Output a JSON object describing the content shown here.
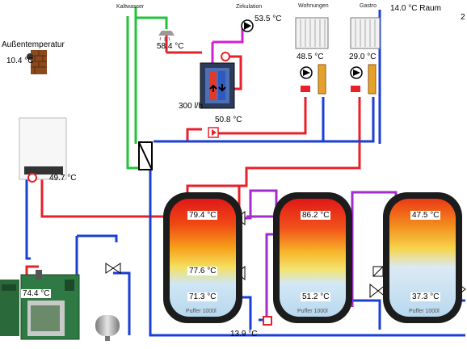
{
  "header": {
    "kaltwasser_label": "Kaltwasser",
    "zirkulation_label": "Zirkulation",
    "wohnungen_label": "Wohnungen",
    "gastro_label": "Gastro",
    "room_temp": "14.0 °C Raum",
    "edge_char": "2"
  },
  "outdoor": {
    "label": "Außentemperatur",
    "temp": "10.4 °C"
  },
  "hotwater": {
    "circ_temp": "53.5 °C",
    "shower_temp": "58.4 °C",
    "flow_label": "300 l/h",
    "return_temp": "50.8 °C"
  },
  "circuits": {
    "wohnungen_temp": "48.5 °C",
    "gastro_temp": "29.0 °C"
  },
  "boiler_wall": {
    "temp": "49.7 °C"
  },
  "boiler_floor": {
    "temp": "74.4 °C"
  },
  "tanks": [
    {
      "top": "79.4 °C",
      "mid": "77.6 °C",
      "bottom": "71.3 °C",
      "label": "Puffer 1000l"
    },
    {
      "top": "86.2 °C",
      "bottom": "51.2 °C",
      "label": "Puffer 1000l"
    },
    {
      "top": "47.5 °C",
      "bottom": "37.3 °C",
      "label": "Puffer 1000l"
    }
  ],
  "return_temp": "13.9 °C",
  "colors": {
    "hot": "#e8202a",
    "cold": "#1a3fd6",
    "warm": "#a42bd0",
    "fresh": "#22c33a"
  }
}
